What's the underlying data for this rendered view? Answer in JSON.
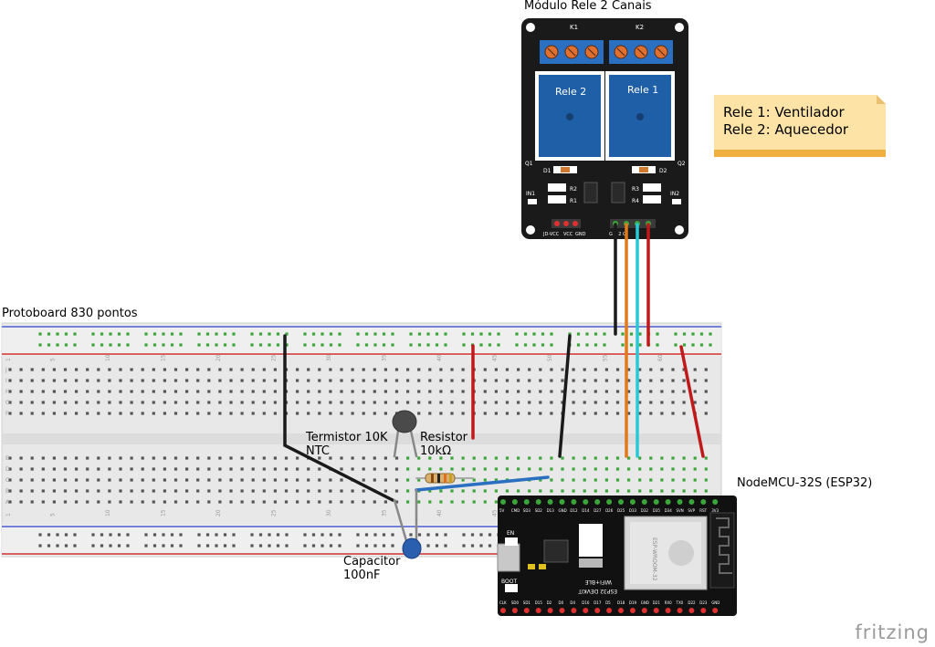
{
  "labels": {
    "relay_module": "Módulo Rele 2 Canais",
    "breadboard": "Protoboard 830 pontos",
    "esp32": "NodeMCU-32S (ESP32)",
    "thermistor": "Termistor 10K\nNTC",
    "resistor": "Resistor\n10kΩ",
    "capacitor": "Capacitor\n100nF"
  },
  "note": {
    "line1": "Rele 1: Ventilador",
    "line2": "Rele 2: Aquecedor"
  },
  "relay": {
    "k1": "K1",
    "k2": "K2",
    "rele2": "Rele 2",
    "rele1": "Rele 1",
    "d1": "D1",
    "d2": "D2",
    "q1": "Q1",
    "q2": "Q2",
    "r1": "R1",
    "r2": "R2",
    "r3": "R3",
    "r4": "R4",
    "in1": "IN1",
    "in2": "IN2",
    "pin_jd": "JD-VCC",
    "pin_vcc": "VCC",
    "pin_gnd": "GND",
    "in_pins": "G 1 2 C"
  },
  "breadboard": {
    "row_letters_top": [
      "J",
      "I",
      "H",
      "G",
      "F"
    ],
    "row_letters_bottom": [
      "E",
      "D",
      "C",
      "B",
      "A"
    ],
    "col_numbers": [
      "1",
      "5",
      "10",
      "15",
      "20",
      "25",
      "30",
      "35",
      "40",
      "45",
      "50",
      "55",
      "60"
    ]
  },
  "esp32": {
    "en": "EN",
    "boot": "BOOT",
    "brand": "ESP32 DEVKIT",
    "wifi": "WIFI+BLE",
    "chip": "ESP-WROOM-32",
    "top_pins": [
      "5V",
      "CMD",
      "SD3",
      "SD2",
      "D13",
      "GND",
      "D12",
      "D14",
      "D27",
      "D26",
      "D25",
      "D33",
      "D32",
      "D35",
      "D34",
      "SVN",
      "SVP",
      "RST",
      "3V3"
    ],
    "bottom_pins": [
      "CLK",
      "SD0",
      "SD1",
      "D15",
      "D2",
      "D0",
      "D4",
      "D16",
      "D17",
      "D5",
      "D18",
      "D19",
      "GND",
      "D21",
      "RX0",
      "TX0",
      "D22",
      "D23",
      "GND"
    ]
  },
  "logo": "fritzing",
  "colors": {
    "relay_board": "#1a1a1a",
    "relay_blue": "#1f5fa8",
    "terminal_blue": "#2a6fc0",
    "wire_black": "#1a1a1a",
    "wire_red": "#c0191a",
    "wire_orange": "#e07a1c",
    "wire_cyan": "#2ac8d6",
    "wire_blue": "#2a6fc0",
    "note_yellow": "#fde3a5",
    "breadboard_bg": "#eaeaea",
    "hole_green": "#3aa63a"
  }
}
